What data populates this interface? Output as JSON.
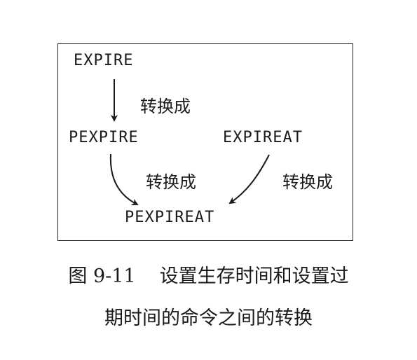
{
  "diagram": {
    "nodes": {
      "expire": "EXPIRE",
      "pexpire": "PEXPIRE",
      "expireat": "EXPIREAT",
      "pexpireat": "PEXPIREAT"
    },
    "edges": [
      {
        "from": "EXPIRE",
        "to": "PEXPIRE",
        "label": "转换成"
      },
      {
        "from": "PEXPIRE",
        "to": "PEXPIREAT",
        "label": "转换成"
      },
      {
        "from": "EXPIREAT",
        "to": "PEXPIREAT",
        "label": "转换成"
      }
    ]
  },
  "caption": {
    "figure_number": "图 9-11",
    "line1": "设置生存时间和设置过",
    "line2": "期时间的命令之间的转换"
  }
}
